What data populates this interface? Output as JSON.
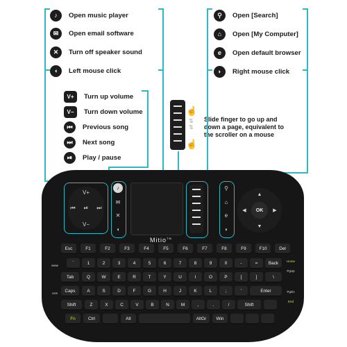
{
  "legend_left_top": [
    {
      "icon": "music-icon",
      "glyph": "♪",
      "label": "Open music player"
    },
    {
      "icon": "email-icon",
      "glyph": "✉",
      "label": "Open email software"
    },
    {
      "icon": "mute-icon",
      "glyph": "✕",
      "label": "Turn off speaker sound"
    },
    {
      "icon": "left-mouse-icon",
      "glyph": "◖",
      "label": "Left mouse click"
    }
  ],
  "legend_right_top": [
    {
      "icon": "search-icon",
      "glyph": "⚲",
      "label": "Open [Search]"
    },
    {
      "icon": "computer-icon",
      "glyph": "⌂",
      "label": "Open [My Computer]"
    },
    {
      "icon": "browser-icon",
      "glyph": "e",
      "label": "Open default browser"
    },
    {
      "icon": "right-mouse-icon",
      "glyph": "◗",
      "label": "Right mouse click"
    }
  ],
  "legend_media": [
    {
      "icon": "volume-up-icon",
      "glyph": "V+",
      "label": "Turn up volume"
    },
    {
      "icon": "volume-down-icon",
      "glyph": "V−",
      "label": "Turn down volume"
    },
    {
      "icon": "previous-song-icon",
      "glyph": "⏮",
      "label": "Previous song"
    },
    {
      "icon": "next-song-icon",
      "glyph": "⏭",
      "label": "Next song"
    },
    {
      "icon": "play-pause-icon",
      "glyph": "⏯",
      "label": "Play / pause"
    }
  ],
  "scroll_caption": [
    "Slide finger to go up and",
    "down a page, equivalent to",
    "the scroller on a mouse"
  ],
  "brand": "Mitio",
  "brand_tm": "TM",
  "media_pad": {
    "top": "V+",
    "bottom": "V−",
    "left": "⏮",
    "center": "⏯",
    "right": "⏭"
  },
  "nav_pad": {
    "center": "OK",
    "up": "▲",
    "down": "▼",
    "left": "◀",
    "right": "▶"
  },
  "side_labels": {
    "www": "www",
    "com": "com",
    "home": "Home",
    "pgup": "PgUp",
    "pgdn": "PgDn",
    "end": "End"
  },
  "keys": {
    "row1": [
      "Esc",
      "F1",
      "F2",
      "F3",
      "F4",
      "F5",
      "F6",
      "F7",
      "F8",
      "F9",
      "F10",
      "Del"
    ],
    "row2": [
      "`",
      "1",
      "2",
      "3",
      "4",
      "5",
      "6",
      "7",
      "8",
      "9",
      "0",
      "-",
      "=",
      "Back"
    ],
    "row3": [
      "Tab",
      "Q",
      "W",
      "E",
      "R",
      "T",
      "Y",
      "U",
      "I",
      "O",
      "P",
      "[",
      "]",
      "\\"
    ],
    "row4": [
      "Caps",
      "A",
      "S",
      "D",
      "F",
      "G",
      "H",
      "J",
      "K",
      "L",
      ";",
      "'",
      "Enter"
    ],
    "row5": [
      "Shift",
      "Z",
      "X",
      "C",
      "V",
      "B",
      "N",
      "M",
      ",",
      ".",
      "/",
      "Shift"
    ],
    "row6": [
      "Fn",
      "Ctrl",
      "",
      "Alt",
      "",
      "AltGr",
      "Win",
      "",
      "",
      ""
    ]
  },
  "colors": {
    "accent": "#2fb8c4",
    "keyboard": "#161616",
    "fn_key": "#c8e03a"
  }
}
